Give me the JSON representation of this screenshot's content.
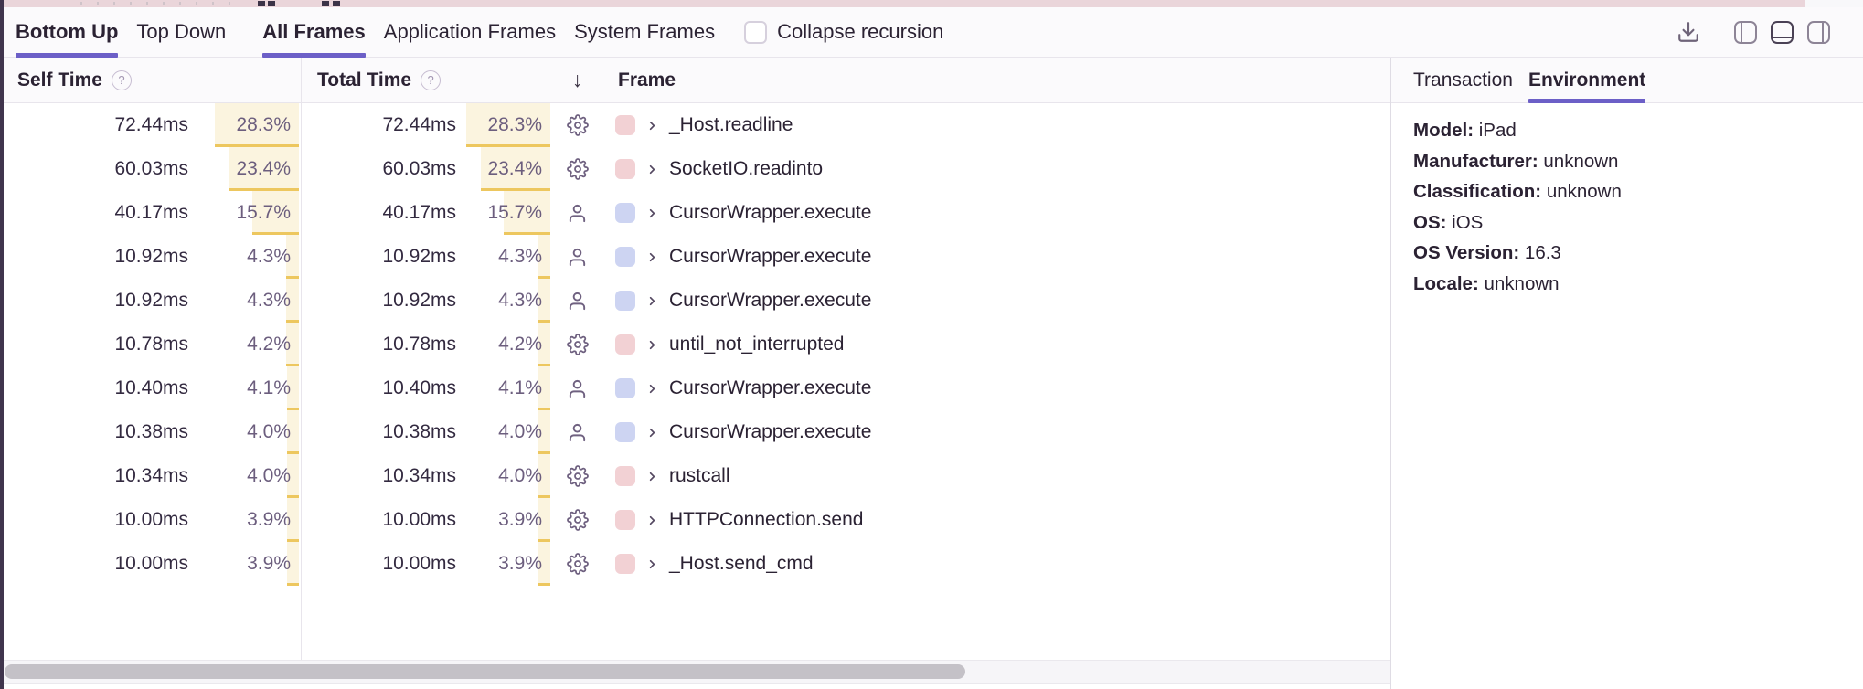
{
  "toolbar": {
    "tabs": [
      {
        "label": "Bottom Up",
        "active": true
      },
      {
        "label": "Top Down",
        "active": false
      },
      {
        "label": "All Frames",
        "active": true
      },
      {
        "label": "Application Frames",
        "active": false
      },
      {
        "label": "System Frames",
        "active": false
      }
    ],
    "collapse_recursion_label": "Collapse recursion",
    "collapse_recursion_checked": false,
    "icons": [
      "download-icon",
      "layout-left-icon",
      "layout-bottom-icon",
      "layout-right-icon"
    ]
  },
  "table": {
    "headers": {
      "self_time": "Self Time",
      "total_time": "Total Time",
      "frame": "Frame"
    },
    "sort_arrow": "↓",
    "rows": [
      {
        "self_ms": "72.44ms",
        "self_pct": "28.3%",
        "total_ms": "72.44ms",
        "total_pct": "28.3%",
        "pct": 28.3,
        "frame": "_Host.readline",
        "frame_type": "system",
        "swatch": "pink"
      },
      {
        "self_ms": "60.03ms",
        "self_pct": "23.4%",
        "total_ms": "60.03ms",
        "total_pct": "23.4%",
        "pct": 23.4,
        "frame": "SocketIO.readinto",
        "frame_type": "system",
        "swatch": "pink"
      },
      {
        "self_ms": "40.17ms",
        "self_pct": "15.7%",
        "total_ms": "40.17ms",
        "total_pct": "15.7%",
        "pct": 15.7,
        "frame": "CursorWrapper.execute",
        "frame_type": "application",
        "swatch": "blue"
      },
      {
        "self_ms": "10.92ms",
        "self_pct": "4.3%",
        "total_ms": "10.92ms",
        "total_pct": "4.3%",
        "pct": 4.3,
        "frame": "CursorWrapper.execute",
        "frame_type": "application",
        "swatch": "blue"
      },
      {
        "self_ms": "10.92ms",
        "self_pct": "4.3%",
        "total_ms": "10.92ms",
        "total_pct": "4.3%",
        "pct": 4.3,
        "frame": "CursorWrapper.execute",
        "frame_type": "application",
        "swatch": "blue"
      },
      {
        "self_ms": "10.78ms",
        "self_pct": "4.2%",
        "total_ms": "10.78ms",
        "total_pct": "4.2%",
        "pct": 4.2,
        "frame": "until_not_interrupted",
        "frame_type": "system",
        "swatch": "pink"
      },
      {
        "self_ms": "10.40ms",
        "self_pct": "4.1%",
        "total_ms": "10.40ms",
        "total_pct": "4.1%",
        "pct": 4.1,
        "frame": "CursorWrapper.execute",
        "frame_type": "application",
        "swatch": "blue"
      },
      {
        "self_ms": "10.38ms",
        "self_pct": "4.0%",
        "total_ms": "10.38ms",
        "total_pct": "4.0%",
        "pct": 4.0,
        "frame": "CursorWrapper.execute",
        "frame_type": "application",
        "swatch": "blue"
      },
      {
        "self_ms": "10.34ms",
        "self_pct": "4.0%",
        "total_ms": "10.34ms",
        "total_pct": "4.0%",
        "pct": 4.0,
        "frame": "rustcall",
        "frame_type": "system",
        "swatch": "pink"
      },
      {
        "self_ms": "10.00ms",
        "self_pct": "3.9%",
        "total_ms": "10.00ms",
        "total_pct": "3.9%",
        "pct": 3.9,
        "frame": "HTTPConnection.send",
        "frame_type": "system",
        "swatch": "pink"
      },
      {
        "self_ms": "10.00ms",
        "self_pct": "3.9%",
        "total_ms": "10.00ms",
        "total_pct": "3.9%",
        "pct": 3.9,
        "frame": "_Host.send_cmd",
        "frame_type": "system",
        "swatch": "pink"
      }
    ]
  },
  "side_panel": {
    "tabs": [
      {
        "label": "Transaction",
        "active": false
      },
      {
        "label": "Environment",
        "active": true
      }
    ],
    "fields": [
      {
        "label": "Model:",
        "value": "iPad"
      },
      {
        "label": "Manufacturer:",
        "value": "unknown"
      },
      {
        "label": "Classification:",
        "value": "unknown"
      },
      {
        "label": "OS:",
        "value": "iOS"
      },
      {
        "label": "OS Version:",
        "value": "16.3"
      },
      {
        "label": "Locale:",
        "value": "unknown"
      }
    ]
  },
  "colors": {
    "accent_purple": "#6c5fc7",
    "system_swatch": "#f2d1d4",
    "application_swatch": "#cdd4f2",
    "pct_bar_fill": "#fbf4df",
    "pct_bar_edge": "#edc75f"
  }
}
